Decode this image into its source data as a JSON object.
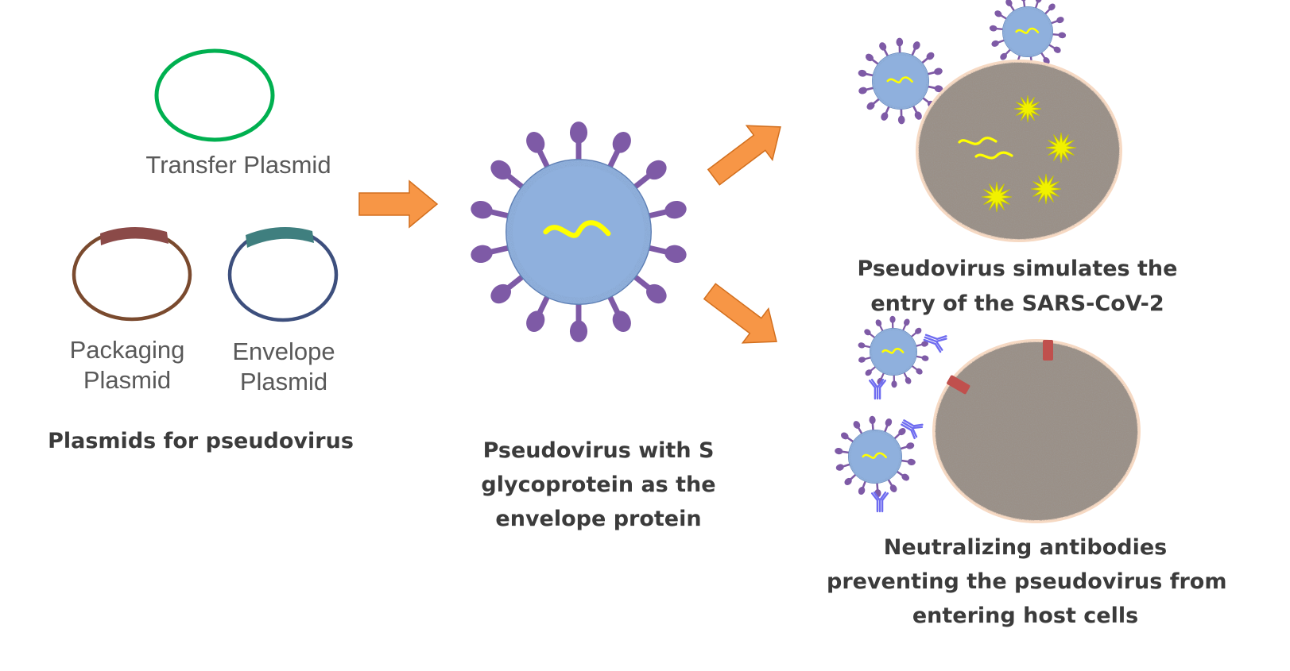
{
  "plasmids": {
    "transfer_label": "Transfer Plasmid",
    "packaging_label": [
      "Packaging",
      "Plasmid"
    ],
    "envelope_label": [
      "Envelope",
      "Plasmid"
    ],
    "caption": "Plasmids for pseudovirus"
  },
  "pseudovirus": {
    "caption": [
      "Pseudovirus with S",
      "glycoprotein as the",
      "envelope protein"
    ]
  },
  "entry": {
    "caption": [
      "Pseudovirus simulates the",
      "entry of the SARS-CoV-2"
    ]
  },
  "neutralization": {
    "caption": [
      "Neutralizing antibodies",
      "preventing the pseudovirus from",
      "entering host cells"
    ]
  },
  "colors": {
    "transfer_plasmid": "#00b050",
    "packaging_plasmid": "#7a4a2e",
    "packaging_insert": "#8b4a48",
    "envelope_plasmid": "#3d4f7d",
    "envelope_insert": "#3f7f7f",
    "arrow": "#f79646",
    "arrow_stroke": "#d26f1e",
    "virus_body": "#8fb0dd",
    "virus_spike": "#7e5aa6",
    "rna": "#ffff00",
    "cell": "#8f847c",
    "cell_border": "#f8d8c0",
    "antibody": "#6f6cf0",
    "receptor": "#c0504d",
    "star": "#f1f100"
  }
}
